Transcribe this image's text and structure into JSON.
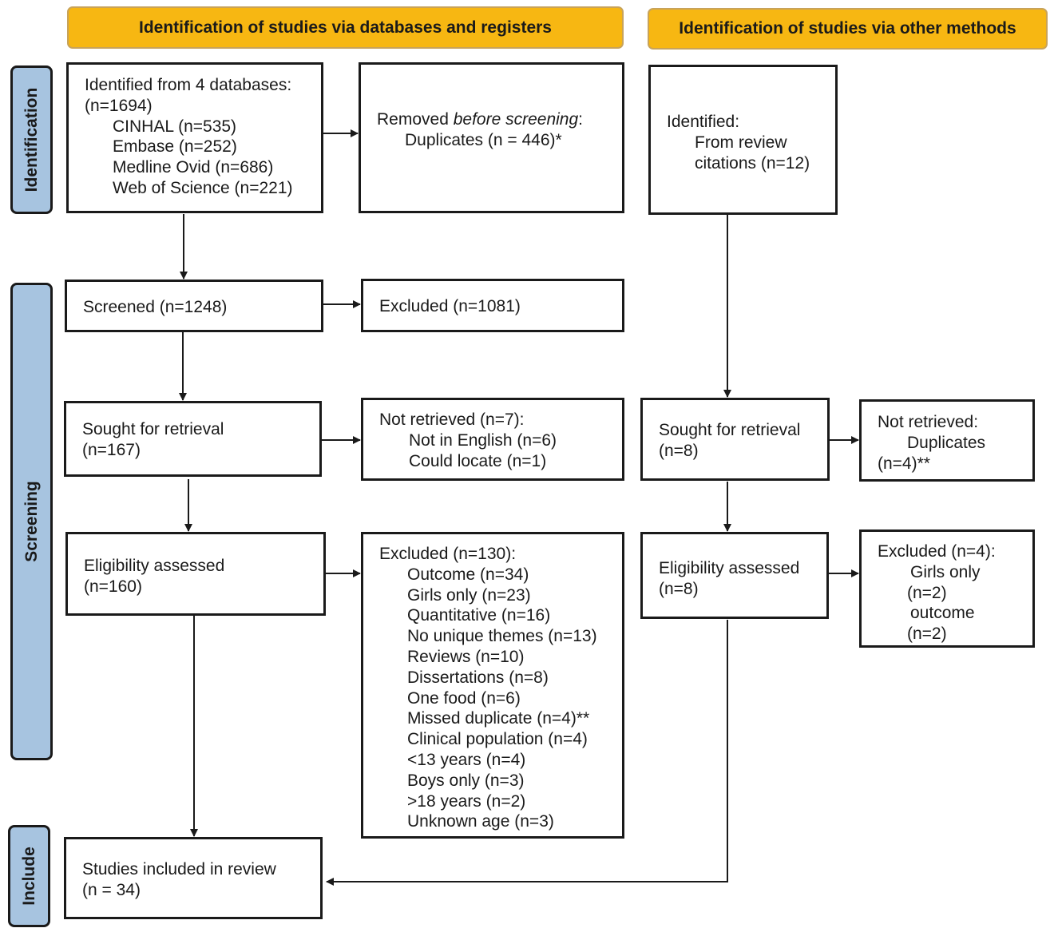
{
  "headers": {
    "databases": "Identification of studies via databases and registers",
    "other": "Identification of studies via other methods"
  },
  "phases": {
    "identification": "Identification",
    "screening": "Screening",
    "include": "Include"
  },
  "boxes": {
    "identified_db": [
      "Identified from 4 databases:",
      "(n=1694)",
      "CINHAL (n=535)",
      "Embase (n=252)",
      "Medline Ovid (n=686)",
      "Web of Science (n=221)"
    ],
    "removed": {
      "prefix": "Removed ",
      "italic": "before screening",
      "suffix": ":",
      "line2": "Duplicates (n = 446)*"
    },
    "identified_other": [
      "Identified:",
      "From review",
      "citations (n=12)"
    ],
    "screened": "Screened (n=1248)",
    "excluded_screen": "Excluded (n=1081)",
    "sought_db": [
      "Sought for retrieval",
      "(n=167)"
    ],
    "not_retrieved_db": [
      "Not retrieved (n=7):",
      "Not in English (n=6)",
      "Could locate (n=1)"
    ],
    "sought_other": [
      "Sought for retrieval",
      "(n=8)"
    ],
    "not_retrieved_other": [
      "Not retrieved:",
      "Duplicates",
      "(n=4)**"
    ],
    "eligibility_db": [
      "Eligibility assessed",
      "(n=160)"
    ],
    "excluded_db": [
      "Excluded (n=130):",
      "Outcome (n=34)",
      "Girls only (n=23)",
      "Quantitative (n=16)",
      "No unique themes (n=13)",
      "Reviews (n=10)",
      "Dissertations (n=8)",
      "One food (n=6)",
      "Missed duplicate (n=4)**",
      "Clinical population (n=4)",
      "<13 years (n=4)",
      "Boys only (n=3)",
      ">18 years (n=2)",
      "Unknown age (n=3)"
    ],
    "eligibility_other": [
      "Eligibility assessed",
      "(n=8)"
    ],
    "excluded_other": [
      "Excluded (n=4):",
      "Girls only",
      "(n=2)",
      "outcome",
      "(n=2)"
    ],
    "included": [
      "Studies included in review",
      "(n = 34)"
    ]
  },
  "colors": {
    "header_fill": "#f7b712",
    "phase_fill": "#a7c4e0",
    "line": "#1a1a1a"
  }
}
